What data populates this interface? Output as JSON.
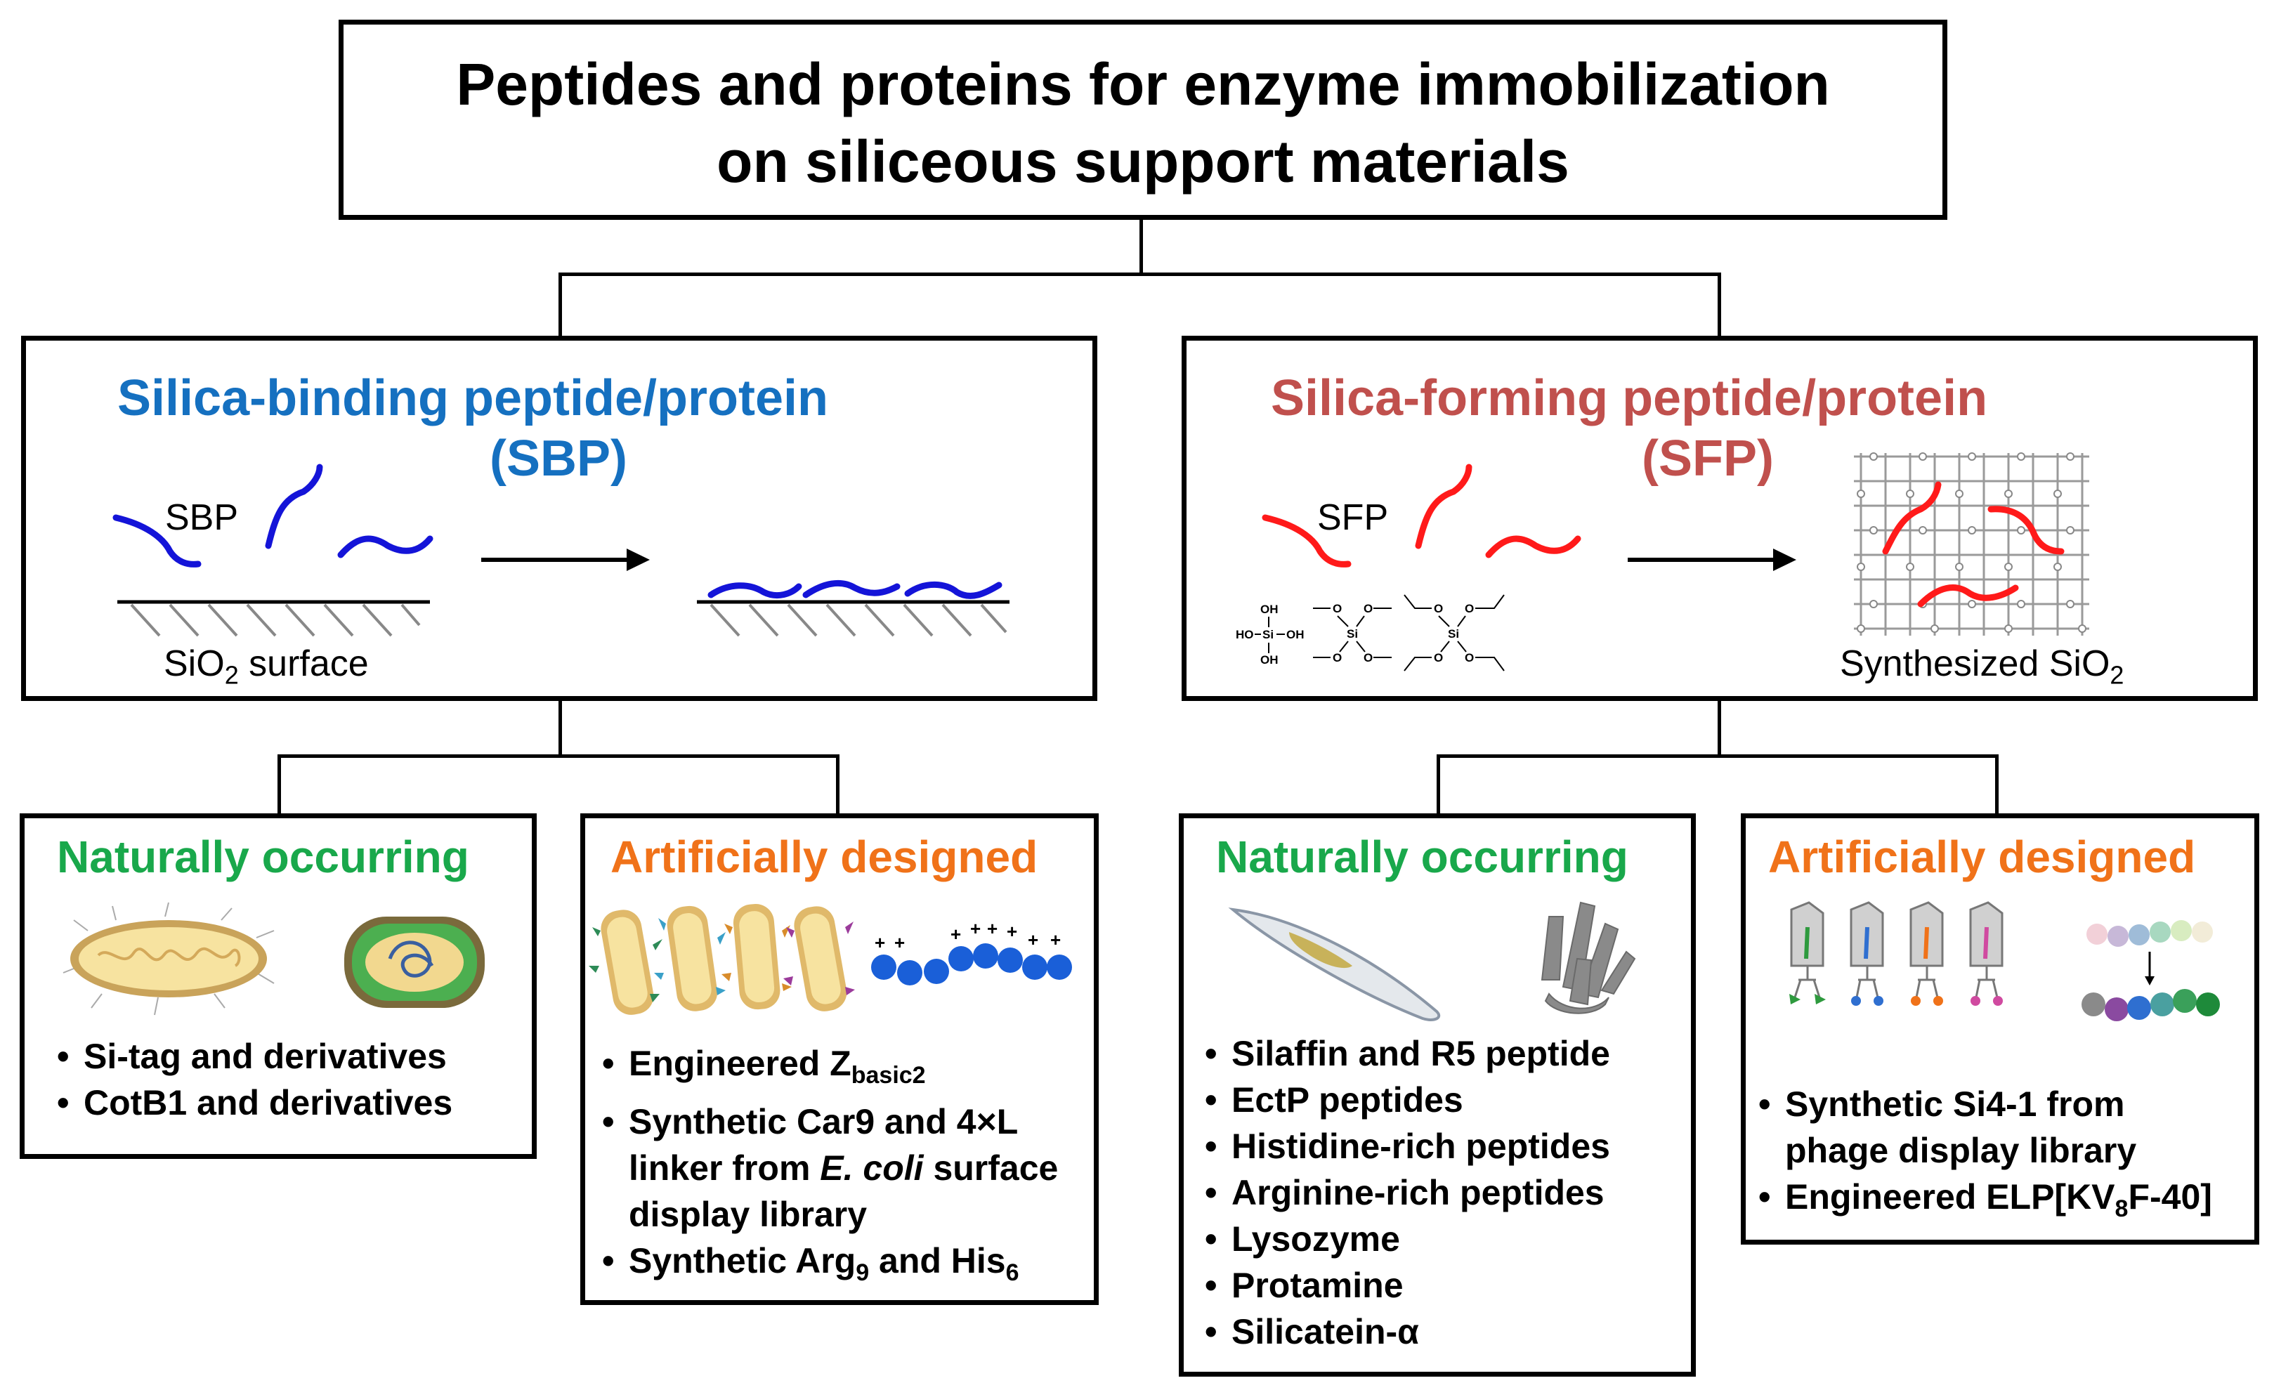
{
  "title": {
    "line1": "Peptides and proteins for enzyme immobilization",
    "line2": "on siliceous support materials"
  },
  "sbp": {
    "heading": "Silica-binding peptide/protein",
    "abbr": "(SBP)",
    "peptide_label": "SBP",
    "surface_label": "SiO",
    "surface_sub": "2",
    "surface_suffix": " surface"
  },
  "sfp": {
    "heading": "Silica-forming peptide/protein",
    "abbr": "(SFP)",
    "peptide_label": "SFP",
    "synth_label": "Synthesized SiO",
    "synth_sub": "2"
  },
  "sbp_natural": {
    "heading": "Naturally occurring",
    "items": [
      "Si-tag and derivatives",
      "CotB1 and derivatives"
    ]
  },
  "sbp_artificial": {
    "heading": "Artificially designed",
    "item1_text": "Engineered Z",
    "item1_sub": "basic2",
    "item2_line1": "Synthetic Car9 and 4×L",
    "item2_line2a": "linker from ",
    "item2_line2i": "E. coli",
    "item2_line2b": " surface",
    "item2_line3": "display library",
    "item3_a": "Synthetic Arg",
    "item3_sub1": "9",
    "item3_b": " and His",
    "item3_sub2": "6"
  },
  "sfp_natural": {
    "heading": "Naturally occurring",
    "items": [
      "Silaffin and R5 peptide",
      "EctP peptides",
      "Histidine-rich peptides",
      "Arginine-rich peptides",
      "Lysozyme",
      "Protamine",
      "Silicatein-α"
    ]
  },
  "sfp_artificial": {
    "heading": "Artificially designed",
    "item1_line1": "Synthetic Si4-1 from",
    "item1_line2": "phage display library",
    "item2_a": "Engineered ELP[KV",
    "item2_sub": "8",
    "item2_b": "F-40]"
  },
  "chem": {
    "oh": "OH",
    "ho": "HO",
    "si": "Si",
    "o": "O"
  },
  "colors": {
    "blue": "#1570c0",
    "red": "#c0504d",
    "green": "#19a84b",
    "orange": "#f07219",
    "peptide_blue": "#1414d8",
    "peptide_red": "#ff1a1a"
  }
}
